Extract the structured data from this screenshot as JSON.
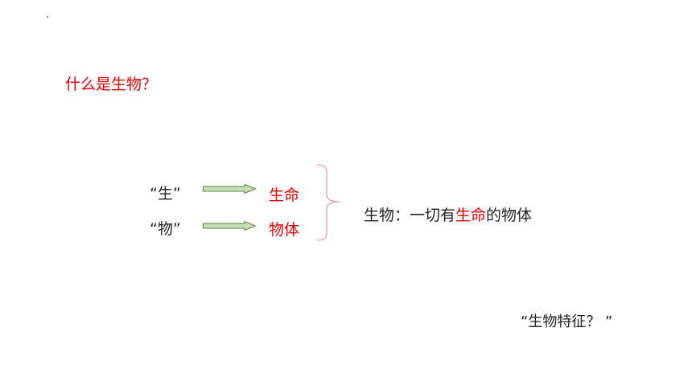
{
  "slide": {
    "question": "什么是生物？",
    "mapping": [
      {
        "char": "“生”",
        "meaning": "生命"
      },
      {
        "char": "“物”",
        "meaning": "物体"
      }
    ],
    "definition": {
      "prefix": "生物：一切有",
      "highlight": "生命",
      "suffix": "的物体"
    },
    "feature_question": "“生物特征？ ”"
  },
  "colors": {
    "accent_red": "#e60000",
    "arrow_fill": "#c6dfb4",
    "arrow_stroke": "#5a8a3c",
    "brace": "#e8a0a0"
  }
}
